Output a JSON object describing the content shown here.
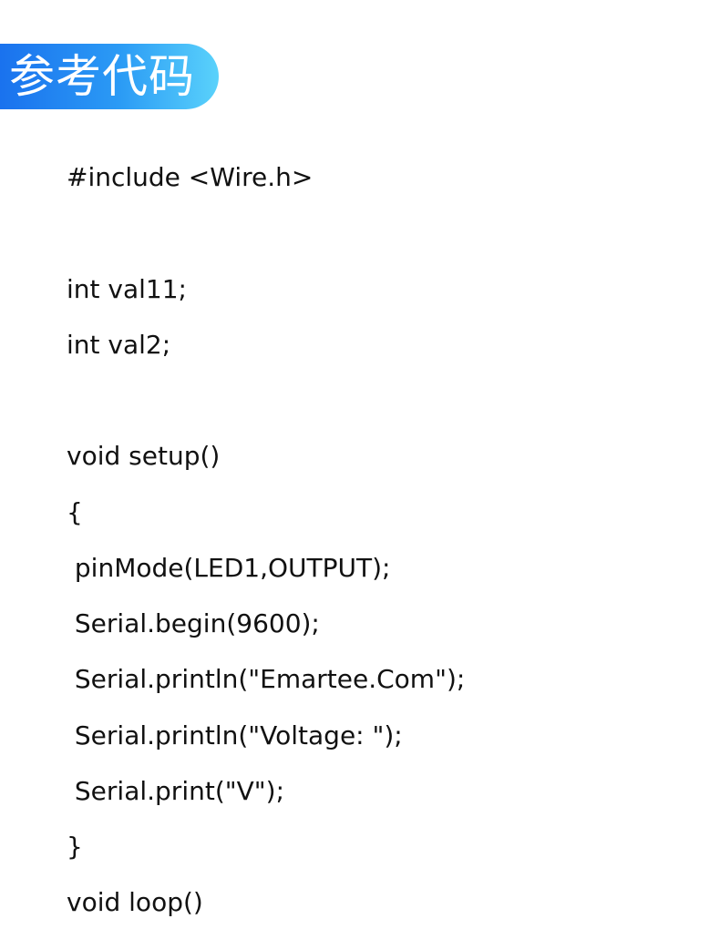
{
  "heading": {
    "title": "参考代码"
  },
  "code": {
    "lines": [
      "#include <Wire.h>",
      "",
      "int val11;",
      "int val2;",
      "",
      "void setup()",
      "{",
      " pinMode(LED1,OUTPUT);",
      " Serial.begin(9600);",
      " Serial.println(\"Emartee.Com\");",
      " Serial.println(\"Voltage: \");",
      " Serial.print(\"V\");",
      "}",
      "void loop()"
    ]
  },
  "colors": {
    "banner_start": "#1a72ee",
    "banner_end": "#5ad2fb",
    "text": "#111111",
    "background": "#ffffff"
  }
}
